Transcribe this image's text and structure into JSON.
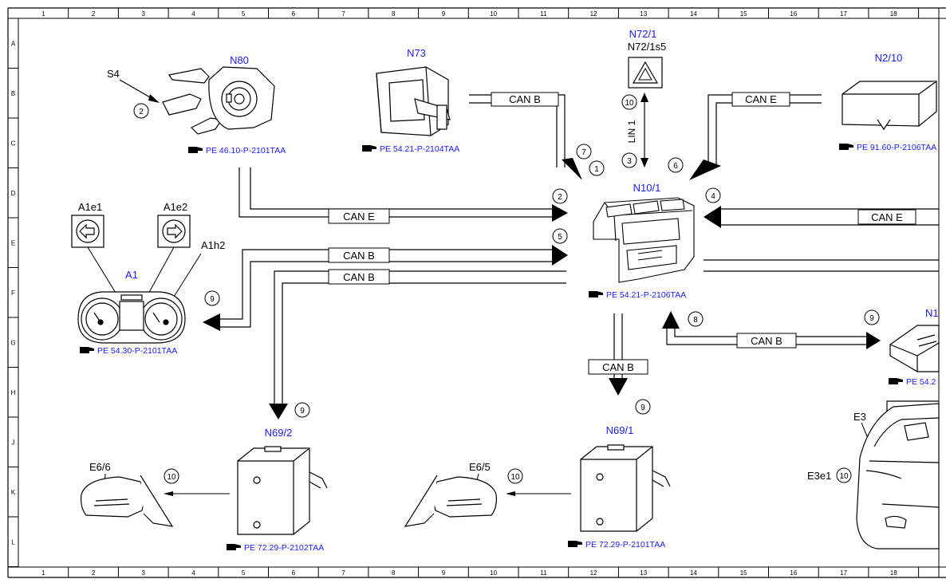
{
  "grid": {
    "columns": [
      "1",
      "2",
      "3",
      "4",
      "5",
      "6",
      "7",
      "8",
      "9",
      "10",
      "11",
      "12",
      "13",
      "14",
      "15",
      "16",
      "17",
      "18"
    ],
    "rows": [
      "A",
      "B",
      "C",
      "D",
      "E",
      "F",
      "G",
      "H",
      "J",
      "K",
      "L"
    ]
  },
  "components": {
    "s4": "S4",
    "n80": "N80",
    "n73": "N73",
    "n72_1": "N72/1",
    "n72_1s5": "N72/1s5",
    "n2_10": "N2/10",
    "n10_1": "N10/1",
    "a1": "A1",
    "a1e1": "A1e1",
    "a1e2": "A1e2",
    "a1h2": "A1h2",
    "n69_2": "N69/2",
    "n69_1": "N69/1",
    "e6_6": "E6/6",
    "e6_5": "E6/5",
    "e3": "E3",
    "e3e1": "E3e1",
    "n1_partial": "N1"
  },
  "bus_labels": {
    "can_b": "CAN B",
    "can_e": "CAN E",
    "lin1": "LIN 1"
  },
  "references": {
    "n80": "PE 46.10-P-2101TAA",
    "n73": "PE 54.21-P-2104TAA",
    "n2_10": "PE 91.60-P-2106TAA",
    "n10_1": "PE 54.21-P-2106TAA",
    "a1": "PE 54.30-P-2101TAA",
    "n69_2": "PE 72.29-P-2102TAA",
    "n69_1": "PE 72.29-P-2101TAA",
    "right_partial": "PE 54.2"
  },
  "step_numbers": {
    "s4": "2",
    "n72_top": "10",
    "n72_bottom": "3",
    "n73_7": "7",
    "n73_1": "1",
    "n2_10_6": "6",
    "can_e_left": "2",
    "can_e_right": "4",
    "can_b_left": "5",
    "a1_9": "9",
    "n69_2_9": "9",
    "n69_1_9": "9",
    "can_b_right_8": "8",
    "can_b_right_9": "9",
    "e6_6_10": "10",
    "e6_5_10": "10",
    "e3e1_10": "10"
  }
}
